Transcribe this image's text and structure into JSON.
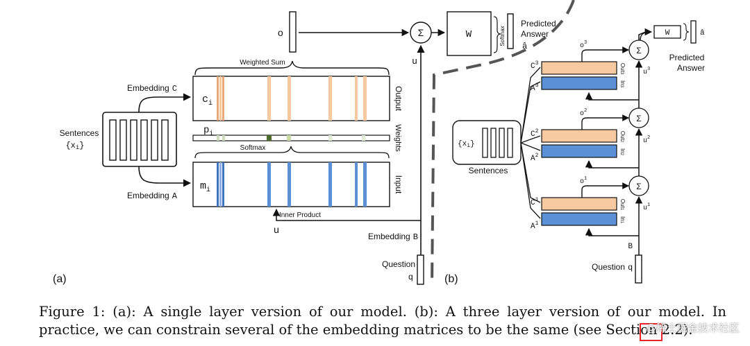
{
  "left_panel": {
    "tag": "(a)",
    "sentences_label": "Sentences",
    "sentences_var": "{x",
    "sentences_var_sub": "i",
    "sentences_var_close": "}",
    "embedding_c_label": "Embedding",
    "embedding_c_letter": "C",
    "embedding_a_label": "Embedding",
    "embedding_a_letter": "A",
    "embedding_b_label": "Embedding",
    "embedding_b_letter": "B",
    "ci_label": "c",
    "ci_sub": "i",
    "pi_label": "p",
    "pi_sub": "i",
    "mi_label": "m",
    "mi_sub": "i",
    "weighted_sum": "Weighted Sum",
    "softmax": "Softmax",
    "inner_product": "Inner Product",
    "output_side": "Output",
    "weights_side": "Weights",
    "input_side": "Input",
    "o_label": "o",
    "u_label": "u",
    "u_label_up": "u",
    "sigma": "Σ",
    "w_label": "W",
    "softmax_small": "Softmax",
    "predicted_line1": "Predicted",
    "predicted_line2": "Answer",
    "a_hat": "â",
    "question_label": "Question",
    "question_var": "q"
  },
  "right_panel": {
    "tag": "(b)",
    "sentences_label": "Sentences",
    "sentences_var": "{x",
    "sentences_var_sub": "i",
    "sentences_var_close": "}",
    "question_label": "Question",
    "question_var": "q",
    "b_label": "B",
    "w_label": "W",
    "a_hat": "â",
    "predicted_line1": "Predicted",
    "predicted_line2": "Answer",
    "sigma": "Σ",
    "layers": [
      {
        "c": "C",
        "a": "A",
        "n": "3",
        "o": "o",
        "u": "u",
        "out": "Out",
        "in": "In"
      },
      {
        "c": "C",
        "a": "A",
        "n": "2",
        "o": "o",
        "u": "u",
        "out": "Out",
        "in": "In"
      },
      {
        "c": "C",
        "a": "A",
        "n": "1",
        "o": "o",
        "u": "u",
        "out": "Out",
        "in": "In"
      }
    ]
  },
  "caption": {
    "text": "Figure 1: (a): A single layer version of our model. (b): A three layer version of our model. In practice, we can constrain several of the embedding matrices to be the same (see Section 2.2)."
  },
  "watermark": "@稀土掘金技术社区",
  "colors": {
    "orange": "#f6c9a0",
    "orange_stripe": "#e8a87a",
    "blue": "#5b8fd6",
    "blue_stripe": "#3f74c2",
    "weight_dark": "#4d6b2a",
    "weight_light": "#c6d9a6",
    "line": "#111111",
    "dash": "#555555"
  }
}
